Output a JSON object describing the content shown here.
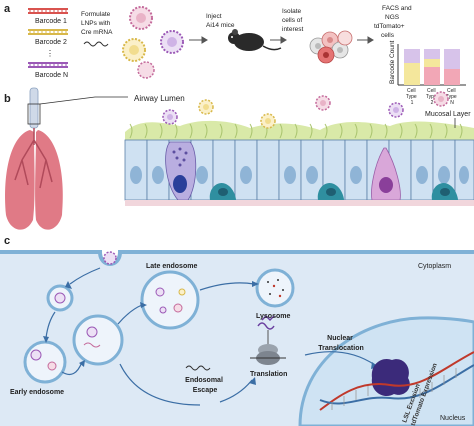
{
  "panel_a": {
    "label": "a",
    "barcodes": [
      "Barcode 1",
      "Barcode 2",
      "⋮",
      "Barcode N"
    ],
    "step_formulate": [
      "Formulate",
      "LNPs with",
      "Cre mRNA"
    ],
    "step_inject": [
      "Inject",
      "Ai14 mice"
    ],
    "step_isolate": [
      "Isolate",
      "cells of",
      "interest"
    ],
    "step_facs": [
      "FACS and",
      "NGS",
      "tdTomato+",
      "cells"
    ],
    "chart_ylabel": "Barcode Count",
    "chart_categories": [
      [
        "Cell",
        "Type",
        "1"
      ],
      [
        "Cell",
        "Type",
        "2"
      ],
      [
        "Cell",
        "Type",
        "N"
      ]
    ]
  },
  "panel_b": {
    "label": "b",
    "airway_lumen": "Airway Lumen",
    "mucosal_layer": "Mucosal Layer"
  },
  "panel_c": {
    "label": "c",
    "cytoplasm": "Cytoplasm",
    "late_endosome": "Late endosome",
    "lysosome": "Lysosome",
    "early_endosome": "Early endosome",
    "endosomal_escape": [
      "Endosomal",
      "Escape"
    ],
    "translation": "Translation",
    "nuclear_translocation": [
      "Nuclear",
      "Translocation"
    ],
    "lsl_excision": [
      "LSL Excision",
      "tdTomato Expression"
    ],
    "nucleus": "Nucleus"
  },
  "colors": {
    "barcode_red": "#d9534f",
    "barcode_yellow": "#d8b84a",
    "barcode_purple": "#9b59b6",
    "chart_lavender": "#d7c3ea",
    "chart_yellow": "#f4e79c",
    "chart_pink": "#f2a7b6",
    "cytoplasm": "#dde9f5",
    "nucleus": "#cfe3f3",
    "membrane": "#7fb1d6",
    "lung": "#e07a86"
  }
}
